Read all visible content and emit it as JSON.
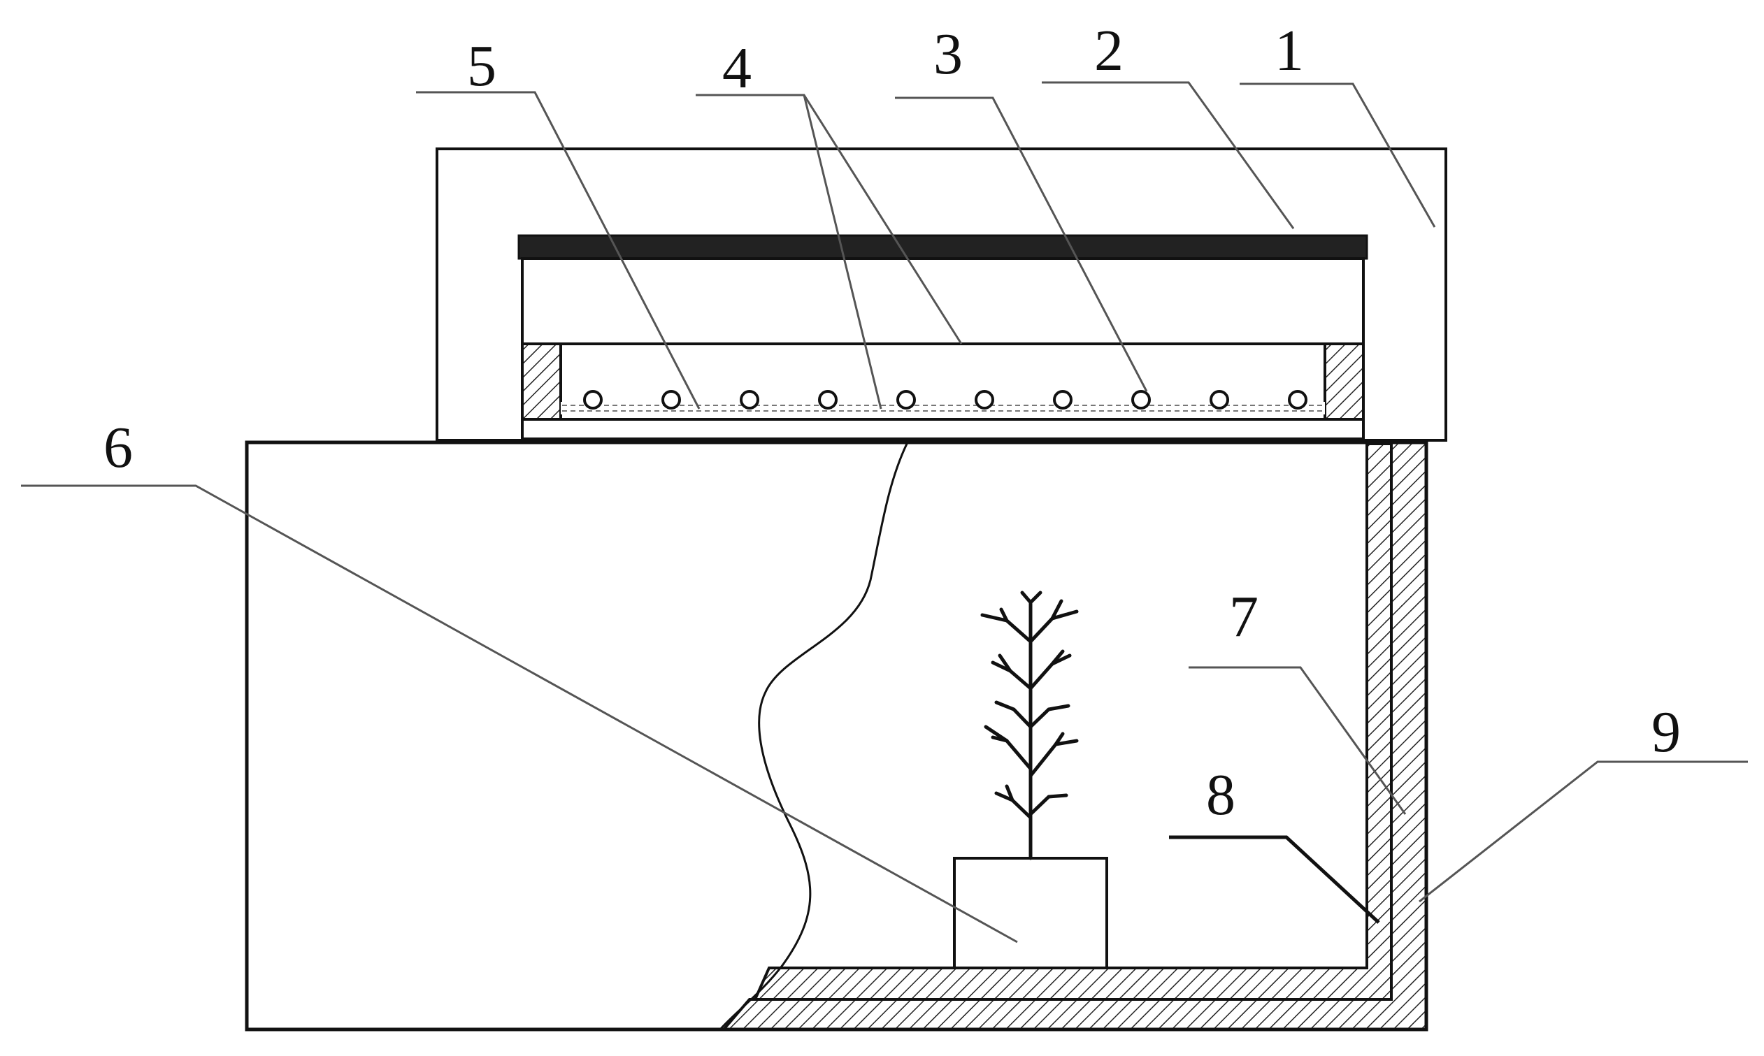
{
  "labels": {
    "l1": "1",
    "l2": "2",
    "l3": "3",
    "l4": "4",
    "l5": "5",
    "l6": "6",
    "l7": "7",
    "l8": "8",
    "l9": "9"
  },
  "colors": {
    "stroke": "#111111",
    "leader": "#555555",
    "hatch": "#222222",
    "background": "#ffffff"
  }
}
